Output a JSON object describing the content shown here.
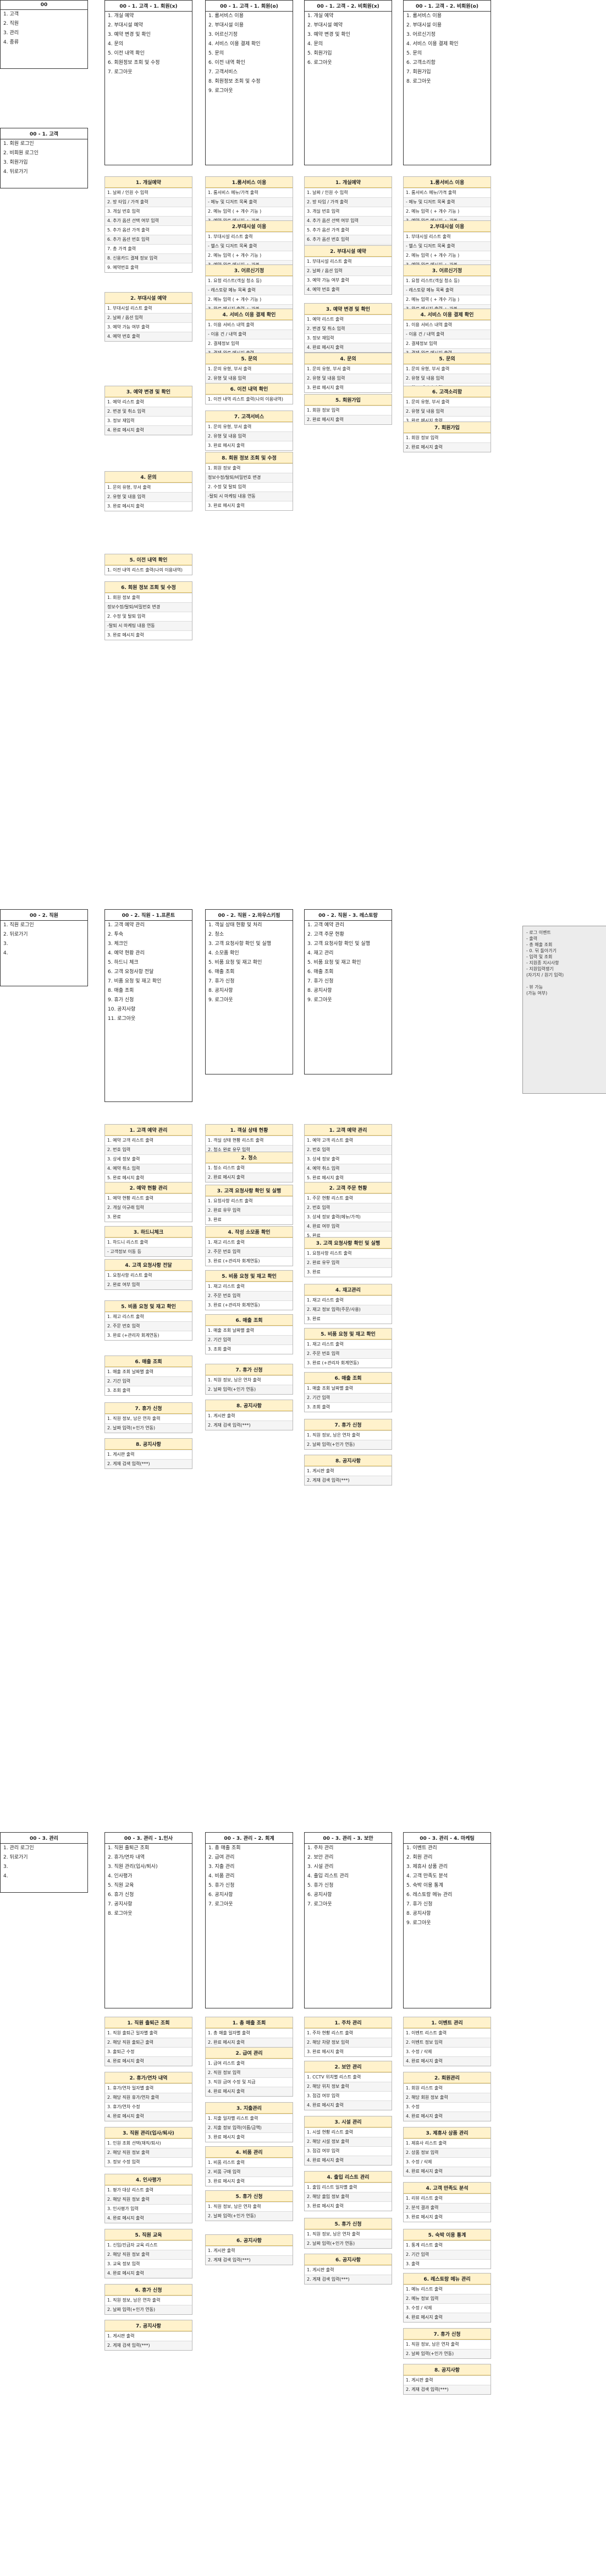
{
  "menus": [
    {
      "title": "00",
      "items": [
        "1. 고객",
        "2. 직원",
        "3. 관리",
        "4. 종류"
      ]
    },
    {
      "title": "00 - 1. 고객 - 1. 회원(x)",
      "items": [
        "1. 개실 예약",
        "2. 부대시설 예약",
        "3. 예약 변경 및 확인",
        "4. 문의",
        "5. 이전 내역 확인",
        "6. 회원정보 조회 및 수정",
        "7. 로그아웃"
      ]
    },
    {
      "title": "00 - 1. 고객 - 1. 회원(o)",
      "items": [
        "1. 룸서비스 이용",
        "2. 부대시설 이용",
        "3. 어르신기정",
        "4. 서비스 이용 결제 확인",
        "5. 문의",
        "6. 이전 내역 확인",
        "7. 고객서비스",
        "8. 회원정보 조회 및 수정",
        "9. 로그아웃"
      ]
    },
    {
      "title": "00 - 1. 고객 - 2. 비회원(x)",
      "items": [
        "1. 개실 예약",
        "2. 부대시설 예약",
        "3. 예약 변경 및 확인",
        "4. 문의",
        "5. 회원가입",
        "6. 로그아웃"
      ]
    },
    {
      "title": "00 - 1. 고객 - 2. 비회원(o)",
      "items": [
        "1. 룸서비스 이용",
        "2. 부대시설 이용",
        "3. 어르신기정",
        "4. 서비스 이용 결제 확인",
        "5. 문의",
        "6. 고객소리함",
        "7. 회원가입",
        "8. 로그아웃"
      ]
    },
    {
      "title": "00 - 1. 고객",
      "items": [
        "1. 회원 로그인",
        "2. 비회원 로그인",
        "3. 회원가입",
        "4. 뒤로가기"
      ]
    },
    {
      "title": "00 - 2. 직원",
      "items": [
        "1. 직원 로그인",
        "2. 뒤로가기",
        "3.",
        "4."
      ]
    },
    {
      "title": "00 - 2. 직원 - 1.프론트",
      "items": [
        "1. 고객 예약 관리",
        "2. 투숙",
        "3. 체크인",
        "4. 예약 현황 관리",
        "5. 하드니 체크",
        "6. 고객 요청사항 전달",
        "7. 비품 요청 및 재고 확인",
        "8. 매출 조회",
        "9. 휴가 신청",
        "10. 공지사항",
        "11. 로그아웃"
      ]
    },
    {
      "title": "00 - 2. 직원 - 2.하우스키핑",
      "items": [
        "1. 객실 상태 현황 및 처리",
        "2. 청소",
        "3. 고객 요청사항 확인 및 실행",
        "4. 소모품 확인",
        "5. 비품 요청 및 재고 확인",
        "6. 매출 조회",
        "7. 휴가 신청",
        "8. 공지사항",
        "9. 로그아웃"
      ]
    },
    {
      "title": "00 - 2. 직원 - 3. 레스토랑",
      "items": [
        "1. 고객 예약 관리",
        "2. 고객 주문 현황",
        "3. 고객 요청사항 확인 및 실행",
        "4. 재고 관리",
        "5. 비품 요청 및 재고 확인",
        "6. 매출 조회",
        "7. 휴가 신청",
        "8. 공지사항",
        "9. 로그아웃"
      ]
    },
    {
      "title": "00 - 3. 관리",
      "items": [
        "1. 관리 로그인",
        "2. 뒤로가기",
        "3.",
        "4."
      ]
    },
    {
      "title": "00 - 3. 관리 - 1.인사",
      "items": [
        "1. 직원 출퇴근 조회",
        "2. 휴가/연차 내역",
        "3. 직원 관리(입사/퇴사)",
        "4. 인사평가",
        "5. 직원 교육",
        "6. 휴가 신청",
        "7. 공지사항",
        "8. 로그아웃"
      ]
    },
    {
      "title": "00 - 3. 관리 - 2. 회계",
      "items": [
        "1. 총 매출 조회",
        "2. 급여 관리",
        "3. 지출 관리",
        "4. 비품 관리",
        "5. 휴가 신청",
        "6. 공지사항",
        "7. 로그아웃"
      ]
    },
    {
      "title": "00 - 3. 관리 - 3. 보안",
      "items": [
        "1. 주차 관리",
        "2. 보안 관리",
        "3. 시설 관리",
        "4. 출입 리스트 관리",
        "5. 휴가 신청",
        "6. 공지사항",
        "7. 로그아웃"
      ]
    },
    {
      "title": "00 - 3. 관리 - 4. 마케팅",
      "items": [
        "1. 이벤트 관리",
        "2. 회원 관리",
        "3. 제휴사 상품 관리",
        "4. 고객 만족도 분석",
        "5. 숙박 이용 통계",
        "6. 레스토랑 메뉴 관리",
        "7. 휴가 신청",
        "8. 공지사항",
        "9. 로그아웃"
      ]
    }
  ],
  "cards": [
    {
      "title": "1. 개실예약",
      "items": [
        "1. 날짜 / 인원 수 입력",
        "2. 방 타입 / 가격 출력",
        "3. 개실 번호 입력",
        "4. 추가 옵션 선택 여부 입력",
        "5. 추가 옵션 가격 출력",
        "6. 추가 옵션 번호 입력",
        "7. 총 가격 출력",
        "8. 신용카드 결제 정보 입력",
        "9. 예약번호 출력"
      ]
    },
    {
      "title": "2. 부대시설 예약",
      "items": [
        "1. 부대시설 리스트 출력",
        "2. 날짜 / 옵션 입력",
        "3. 예약 가능 여부 출력",
        "4. 예약 번호 출력"
      ]
    },
    {
      "title": "3. 예약 변경 및 확인",
      "items": [
        "1. 예약 리스트 출력",
        "2. 변경 및 취소 입력",
        "3. 정보 재입력",
        "4. 완료 메시지 출력"
      ]
    },
    {
      "title": "4. 문의",
      "items": [
        "1. 문의 유형, 부서 출력",
        "2. 유형 및 내용 입력",
        "3. 완료 메시지 출력"
      ]
    },
    {
      "title": "5. 이전 내역 확인",
      "items": [
        "1. 이전 내역 리스트 출력(나의 이용내역)"
      ]
    },
    {
      "title": "6. 회원 정보 조회 및 수정",
      "items": [
        "1. 회원 정보 출력",
        "정보수정/탈퇴/비밀번호 변경",
        "2. 수정 및 탈퇴 입력",
        "-탈퇴 시 마케팅 내용 연동",
        "3. 완료 메시지 출력"
      ]
    },
    {
      "title": "1.룸서비스 이용",
      "items": [
        "1. 룸서비스 메뉴/가격 출력",
        "- 메뉴 및 디저트 목록 출력",
        "2. 메뉴 입력 ( + 개수 기능 )",
        "3. 예약 완료 메시지 + 가격"
      ]
    },
    {
      "title": "2.부대시설 이용",
      "items": [
        "1. 부대시설 리스트 출력",
        "- 헬스 및 디저트 목록 출력",
        "2. 메뉴 입력 ( + 개수 기능 )",
        "3. 예약 완료 메시지 + 가격"
      ]
    },
    {
      "title": "3. 어르신기정",
      "items": [
        "1. 요청 리스트(객실 청소 등)",
        "- 레스토랑 메뉴 목록 출력",
        "2. 메뉴 입력 ( + 개수 기능 )",
        "3. 완료 메시지 출력 + 가격"
      ]
    },
    {
      "title": "4. 서비스 이용 결제 확인",
      "items": [
        "1. 이용 서비스 내역 출력",
        "- 이용 건 / 내역 출력",
        "2. 결제정보 입력",
        "3. 결제 완료 메시지 출력"
      ]
    },
    {
      "title": "5. 문의",
      "items": [
        "1. 문의 유형, 부서 출력",
        "2. 유형 및 내용 입력",
        "3. 완료 메시지 출력"
      ]
    },
    {
      "title": "6. 이전 내역 확인",
      "items": [
        "1. 이전 내역 리스트 출력(나의 이용내역)"
      ]
    },
    {
      "title": "7. 고객서비스",
      "items": [
        "1. 문의 유형, 부서 출력",
        "2. 유형 및 내용 입력",
        "3. 완료 메시지 출력"
      ]
    },
    {
      "title": "8. 회원 정보 조회 및 수정",
      "items": [
        "1. 회원 정보 출력",
        "정보수정/탈퇴/비밀번호 변경",
        "2. 수정 및 탈퇴 입력",
        "-탈퇴 시 마케팅 내용 연동",
        "3. 완료 메시지 출력"
      ]
    },
    {
      "title": "1. 개실예약",
      "items": [
        "1. 날짜 / 인원 수 입력",
        "2. 방 타입 / 가격 출력",
        "3. 개실 번호 입력",
        "4. 추가 옵션 선택 여부 입력",
        "5. 추가 옵션 가격 출력",
        "6. 추가 옵션 번호 입력",
        "7. 총 가격 출력",
        "8. 신용카드 결제 정보 입력",
        "9. 예약번호 출력"
      ]
    },
    {
      "title": "2. 부대시설 예약",
      "items": [
        "1. 부대시설 리스트 출력",
        "2. 날짜 / 옵션 입력",
        "3. 예약 가능 여부 출력",
        "4. 예약 번호 출력"
      ]
    },
    {
      "title": "3. 예약 변경 및 확인",
      "items": [
        "1. 예약 리스트 출력",
        "2. 변경 및 취소 입력",
        "3. 정보 재입력",
        "4. 완료 메시지 출력"
      ]
    },
    {
      "title": "4. 문의",
      "items": [
        "1. 문의 유형, 부서 출력",
        "2. 유형 및 내용 입력",
        "3. 완료 메시지 출력"
      ]
    },
    {
      "title": "5. 회원가입",
      "items": [
        "1. 회원 정보 입력",
        "2. 완료 메시지 출력"
      ]
    },
    {
      "title": "1.룸서비스 이용",
      "items": [
        "1. 룸서비스 메뉴/가격 출력",
        "- 메뉴 및 디저트 목록 출력",
        "2. 메뉴 입력 ( + 개수 기능 )",
        "3. 예약 완료 메시지 + 가격"
      ]
    },
    {
      "title": "2.부대시설 이용",
      "items": [
        "1. 부대시설 리스트 출력",
        "- 헬스 및 디저트 목록 출력",
        "2. 메뉴 입력 ( + 개수 기능 )",
        "3. 예약 완료 메시지 + 가격"
      ]
    },
    {
      "title": "3. 어르신기정",
      "items": [
        "1. 요청 리스트(객실 청소 등)",
        "- 레스토랑 메뉴 목록 출력",
        "2. 메뉴 입력 ( + 개수 기능 )",
        "3. 완료 메시지 출력 + 가격"
      ]
    },
    {
      "title": "4. 서비스 이용 결제 확인",
      "items": [
        "1. 이용 서비스 내역 출력",
        "- 이용 건 / 내역 출력",
        "2. 결제정보 입력",
        "3. 결제 완료 메시지 출력"
      ]
    },
    {
      "title": "5. 문의",
      "items": [
        "1. 문의 유형, 부서 출력",
        "2. 유형 및 내용 입력",
        "3. 완료 메시지 출력"
      ]
    },
    {
      "title": "6. 고객소리함",
      "items": [
        "1. 문의 유형, 부서 출력",
        "2. 유형 및 내용 입력",
        "3. 완료 메시지 출력"
      ]
    },
    {
      "title": "7. 회원가입",
      "items": [
        "1. 회원 정보 입력",
        "2. 완료 메시지 출력"
      ]
    },
    {
      "title": "1. 고객 예약 관리",
      "items": [
        "1. 예약 고객 리스트 출력",
        "2. 번호 입력",
        "3. 상세 정보 출력",
        "4. 예약 취소 입력",
        "5. 완료 메시지 출력"
      ]
    },
    {
      "title": "2. 예약 현황 관리",
      "items": [
        "1. 예약 현황 리스트 출력",
        "2. 개실 이규래 입력",
        "3. 완료"
      ]
    },
    {
      "title": "3. 하드니체크",
      "items": [
        "1. 하드니 리스트 출력",
        "- 고객정보 이동 등"
      ]
    },
    {
      "title": "4. 고객 요청사항 전달",
      "items": [
        "1. 요청사항 리스트 출력",
        "2. 완료 여부 입력"
      ]
    },
    {
      "title": "5. 비품 요청 및 재고 확인",
      "items": [
        "1. 재고 리스트 출력",
        "2. 주문 번호 입력",
        "3. 완료 (+관리자 회계연동)"
      ]
    },
    {
      "title": "6. 매출 조회",
      "items": [
        "1. 매출 조회 날짜별 출력",
        "2. 기간 입력",
        "3. 조회 출력"
      ]
    },
    {
      "title": "7. 휴가 신청",
      "items": [
        "1. 직원 정보, 남은 연차 출력",
        "2. 날짜 입력(+인가 연동)"
      ]
    },
    {
      "title": "8. 공지사항",
      "items": [
        "1. 게시판 출력",
        "2. 게재 검색 입력(***)"
      ]
    },
    {
      "title": "1. 객실 상태 현황",
      "items": [
        "1. 객실 상태 현황 리스트 출력",
        "2. 청소 완료 유무 입력"
      ]
    },
    {
      "title": "2. 청소",
      "items": [
        "1. 청소 리스트 출력",
        "2. 완료 메시지 출력"
      ]
    },
    {
      "title": "3. 고객 요청사항 확인 및 실행",
      "items": [
        "1. 요청사항 리스트 출력",
        "2. 완료 유무 입력",
        "3. 완료"
      ]
    },
    {
      "title": "4. 작성 소모품 확인",
      "items": [
        "1. 재고 리스트 출력",
        "2. 주문 번호 입력",
        "3. 완료 (+관리자 회계연동)"
      ]
    },
    {
      "title": "5. 비품 요청 및 재고 확인",
      "items": [
        "1. 재고 리스트 출력",
        "2. 주문 번호 입력",
        "3. 완료 (+관리자 회계연동)"
      ]
    },
    {
      "title": "6. 매출 조회",
      "items": [
        "1. 매출 조회 날짜별 출력",
        "2. 기간 입력",
        "3. 조회 출력"
      ]
    },
    {
      "title": "7. 휴가 신청",
      "items": [
        "1. 직원 정보, 남은 연차 출력",
        "2. 날짜 입력(+인가 연동)"
      ]
    },
    {
      "title": "8. 공지사항",
      "items": [
        "1. 게시판 출력",
        "2. 게재 검색 입력(***)"
      ]
    },
    {
      "title": "1. 고객 예약 관리",
      "items": [
        "1. 예약 고객 리스트 출력",
        "2. 번호 입력",
        "3. 상세 정보 출력",
        "4. 예약 취소 입력",
        "5. 완료 메시지 출력"
      ]
    },
    {
      "title": "2. 고객 주문 현황",
      "items": [
        "1. 주문 현황 리스트 출력",
        "2. 번호 입력",
        "3. 상세 정보 출력(메뉴/가격)",
        "4. 완료 여부 입력",
        "5. 완료"
      ]
    },
    {
      "title": "3. 고객 요청사항 확인 및 실행",
      "items": [
        "1. 요청사항 리스트 출력",
        "2. 완료 유무 입력",
        "3. 완료"
      ]
    },
    {
      "title": "4. 재고관리",
      "items": [
        "1. 재고 리스트 출력",
        "2. 재고 정보 입력(주문/사용)",
        "3. 완료"
      ]
    },
    {
      "title": "5. 비품 요청 및 재고 확인",
      "items": [
        "1. 재고 리스트 출력",
        "2. 주문 번호 입력",
        "3. 완료 (+관리자 회계연동)"
      ]
    },
    {
      "title": "6. 매출 조회",
      "items": [
        "1. 매출 조회 날짜별 출력",
        "2. 기간 입력",
        "3. 조회 출력"
      ]
    },
    {
      "title": "7. 휴가 신청",
      "items": [
        "1. 직원 정보, 남은 연차 출력",
        "2. 날짜 입력(+인가 연동)"
      ]
    },
    {
      "title": "8. 공지사항",
      "items": [
        "1. 게시판 출력",
        "2. 게재 검색 입력(***)"
      ]
    },
    {
      "title": "1. 직원 출퇴근 조회",
      "items": [
        "1. 직원 출퇴근 일자별 출력",
        "2. 해당 직원 출퇴근 출력",
        "3. 출퇴근 수정",
        "4. 완료 메시지 출력"
      ]
    },
    {
      "title": "2. 휴가/연차 내역",
      "items": [
        "1. 휴가/연차 일자별 출력",
        "2. 해당 직원 휴가/연차 출력",
        "3. 휴가/연차 수정",
        "4. 완료 메시지 출력"
      ]
    },
    {
      "title": "3. 직원 관리(입사/퇴사)",
      "items": [
        "1. 인원 조회 선택(재직/퇴사)",
        "2. 해당 직원 정보 출력",
        "3. 정보 수정 입력"
      ]
    },
    {
      "title": "4. 인사평가",
      "items": [
        "1. 평가 대상 리스트 출력",
        "2. 해당 직원 정보 출력",
        "3. 인사평가 입력",
        "4. 완료 메시지 출력"
      ]
    },
    {
      "title": "5. 직원 교육",
      "items": [
        "1. 신입/진급자 교육 리스트",
        "2. 해당 직원 정보 출력",
        "3. 교육 정보 입력",
        "4. 완료 메시지 출력"
      ]
    },
    {
      "title": "6. 휴가 신청",
      "items": [
        "1. 직원 정보, 남은 연차 출력",
        "2. 날짜 입력(+인가 연동)"
      ]
    },
    {
      "title": "7. 공지사항",
      "items": [
        "1. 게시판 출력",
        "2. 게재 검색 입력(***)"
      ]
    },
    {
      "title": "1. 총 매출 조회",
      "items": [
        "1. 총 매출 일자별 출력",
        "2. 완료 메시지 출력"
      ]
    },
    {
      "title": "2. 급여 관리",
      "items": [
        "1. 급여 리스트 출력",
        "2. 직원 정보 입력",
        "3. 직원 급여 수정 및 지급",
        "4. 완료 메시지 출력"
      ]
    },
    {
      "title": "3. 지출관리",
      "items": [
        "1. 지출 일자별 리스트 출력",
        "2. 지출 정보 입력(이름/금액)",
        "3. 완료 메시지 출력"
      ]
    },
    {
      "title": "4. 비품 관리",
      "items": [
        "1. 비품 리스트 출력",
        "2. 비품 구매 입력",
        "3. 완료 메시지 출력"
      ]
    },
    {
      "title": "5. 휴가 신청",
      "items": [
        "1. 직원 정보, 남은 연차 출력",
        "2. 날짜 입력(+인가 연동)"
      ]
    },
    {
      "title": "6. 공지사항",
      "items": [
        "1. 게시판 출력",
        "2. 게재 검색 입력(***)"
      ]
    },
    {
      "title": "1. 주차 관리",
      "items": [
        "1. 주차 현황 리스트 출력",
        "2. 해당 차량 정보 입력",
        "3. 완료 메시지 출력"
      ]
    },
    {
      "title": "2. 보안 관리",
      "items": [
        "1. CCTV 위치별 리스트 출력",
        "2. 해당 위치 정보 출력",
        "3. 점검 여부 입력",
        "4. 완료 메시지 출력"
      ]
    },
    {
      "title": "3. 시설 관리",
      "items": [
        "1. 시설 현황 리스트 출력",
        "2. 해당 시설 정보 출력",
        "3. 점검 여부 입력",
        "4. 완료 메시지 출력"
      ]
    },
    {
      "title": "4. 출입 리스트 관리",
      "items": [
        "1. 출입 리스트 일자별 출력",
        "2. 해당 출입 정보 출력",
        "3. 완료 메시지 출력"
      ]
    },
    {
      "title": "5. 휴가 신청",
      "items": [
        "1. 직원 정보, 남은 연차 출력",
        "2. 날짜 입력(+인가 연동)"
      ]
    },
    {
      "title": "6. 공지사항",
      "items": [
        "1. 게시판 출력",
        "2. 게재 검색 입력(***)"
      ]
    },
    {
      "title": "1. 이벤트 관리",
      "items": [
        "1. 이벤트 리스트 출력",
        "2. 이벤트 정보 입력",
        "3. 수정 / 삭제",
        "4. 완료 메시지 출력"
      ]
    },
    {
      "title": "2. 회원관리",
      "items": [
        "1. 회원 리스트 출력",
        "2. 해당 회원 정보 출력",
        "3. 수정",
        "4. 완료 메시지 출력"
      ]
    },
    {
      "title": "3. 제휴사 상품 관리",
      "items": [
        "1. 제휴사 리스트 출력",
        "2. 상품 정보 입력",
        "3. 수정 / 삭제",
        "4. 완료 메시지 출력"
      ]
    },
    {
      "title": "4. 고객 만족도 분석",
      "items": [
        "1. 리뷰 리스트 출력",
        "2. 분석 결과 출력",
        "3. 완료 메시지 출력"
      ]
    },
    {
      "title": "5. 숙박 이용 통계",
      "items": [
        "1. 통계 리스트 출력",
        "2. 기간 입력",
        "3. 출력"
      ]
    },
    {
      "title": "6. 레스토랑 메뉴 관리",
      "items": [
        "1. 메뉴 리스트 출력",
        "2. 메뉴 정보 입력",
        "3. 수정 / 삭제",
        "4. 완료 메시지 출력"
      ]
    },
    {
      "title": "7. 휴가 신청",
      "items": [
        "1. 직원 정보, 남은 연차 출력",
        "2. 날짜 입력(+인가 연동)"
      ]
    },
    {
      "title": "8. 공지사항",
      "items": [
        "1. 게시판 출력",
        "2. 게재 검색 입력(***)"
      ]
    }
  ],
  "note": {
    "lines": [
      "- 로그 이벤트",
      "- 출력",
      "- 총 매출 조회",
      "- 0. 뒤 돌아가기",
      "- 입력 및 조회",
      "- 지원종 지시사항",
      "- 지원입력쟁기",
      "  (자기지 / 원기 입력)",
      "",
      "- 뷰 가능",
      "  (가능 여부)"
    ]
  }
}
